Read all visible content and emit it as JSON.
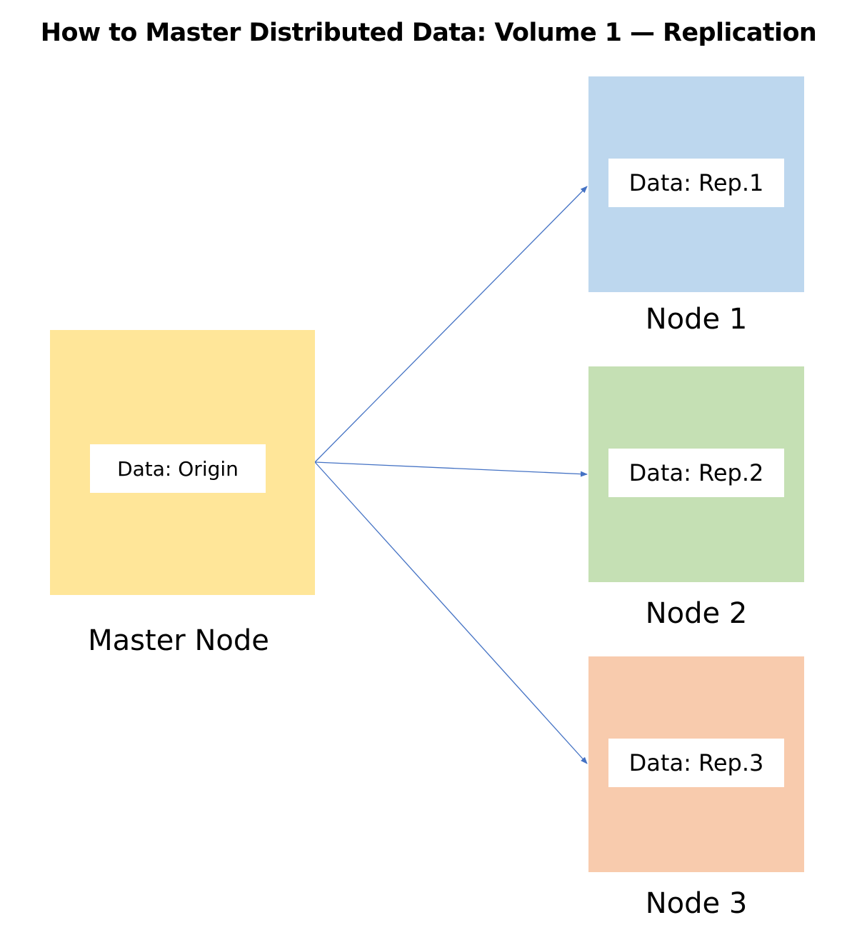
{
  "title": "How to Master Distributed Data: Volume 1 — Replication",
  "colors": {
    "master": "#FFE699",
    "node1": "#BDD7EE",
    "node2": "#C5E0B4",
    "node3": "#F8CBAD",
    "arrow": "#4472C4"
  },
  "master": {
    "data_label": "Data: Origin",
    "caption": "Master Node"
  },
  "nodes": [
    {
      "data_label": "Data: Rep.1",
      "caption": "Node 1"
    },
    {
      "data_label": "Data: Rep.2",
      "caption": "Node 2"
    },
    {
      "data_label": "Data: Rep.3",
      "caption": "Node 3"
    }
  ]
}
